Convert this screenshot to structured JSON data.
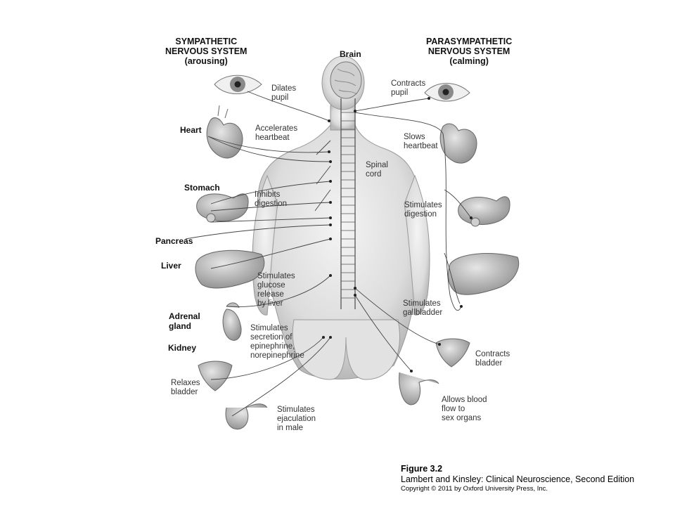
{
  "headers": {
    "sympathetic": [
      "SYMPATHETIC",
      "NERVOUS SYSTEM",
      "(arousing)"
    ],
    "brain": "Brain",
    "parasympathetic": [
      "PARASYMPATHETIC",
      "NERVOUS SYSTEM",
      "(calming)"
    ]
  },
  "organs": {
    "heart": "Heart",
    "stomach": "Stomach",
    "pancreas": "Pancreas",
    "liver": "Liver",
    "adrenal": [
      "Adrenal",
      "gland"
    ],
    "kidney": "Kidney"
  },
  "spinal": [
    "Spinal",
    "cord"
  ],
  "sympathetic_effects": {
    "dilates": [
      "Dilates",
      "pupil"
    ],
    "accelerates": [
      "Accelerates",
      "heartbeat"
    ],
    "inhibits": [
      "Inhibits",
      "digestion"
    ],
    "glucose": [
      "Stimulates",
      "glucose",
      "release",
      "by liver"
    ],
    "secretion": [
      "Stimulates",
      "secretion of",
      "epinephrine,",
      "norepinephrine"
    ],
    "relaxes": [
      "Relaxes",
      "bladder"
    ],
    "ejaculation": [
      "Stimulates",
      "ejaculation",
      "in male"
    ]
  },
  "parasympathetic_effects": {
    "contracts_pupil": [
      "Contracts",
      "pupil"
    ],
    "slows": [
      "Slows",
      "heartbeat"
    ],
    "digestion": [
      "Stimulates",
      "digestion"
    ],
    "gallbladder": [
      "Stimulates",
      "gallbladder"
    ],
    "contracts_bladder": [
      "Contracts",
      "bladder"
    ],
    "blood": [
      "Allows blood",
      "flow to",
      "sex organs"
    ]
  },
  "caption": {
    "figure": "Figure 3.2",
    "source": "Lambert and Kinsley: Clinical Neuroscience, Second Edition",
    "copyright": "Copyright © 2011 by Oxford University Press, Inc."
  }
}
